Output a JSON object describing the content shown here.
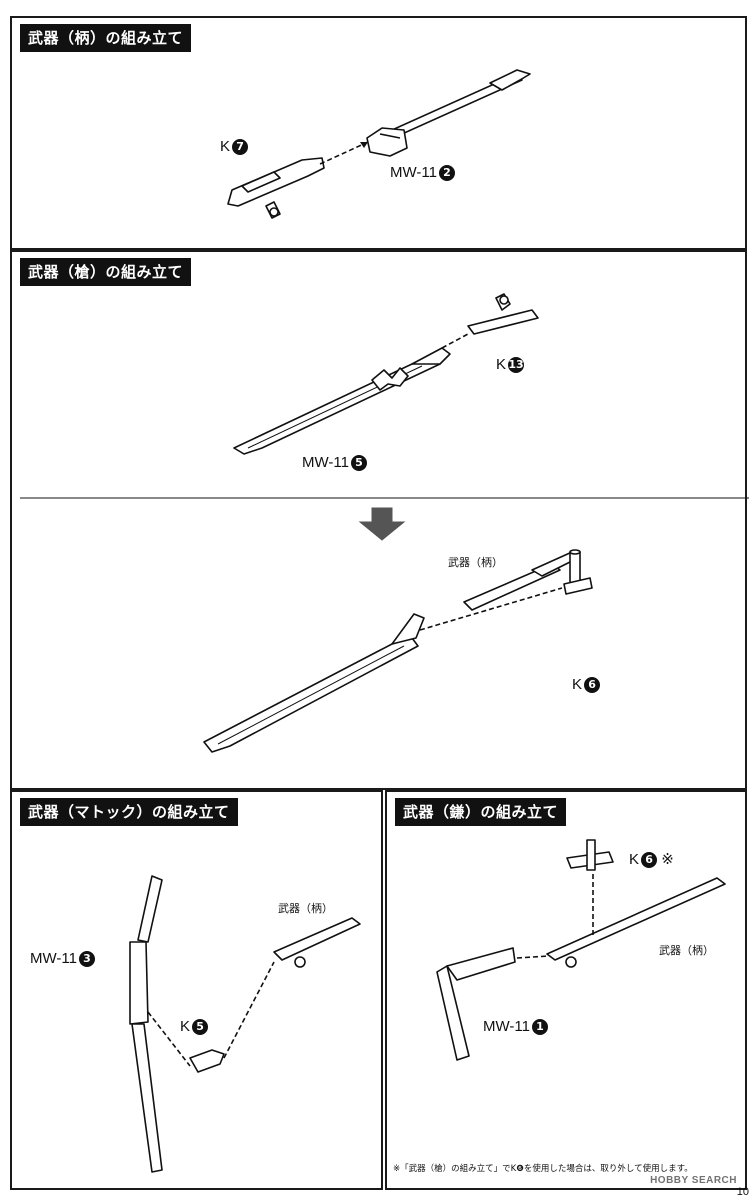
{
  "sections": {
    "handle": {
      "title": "武器（柄）の組み立て",
      "part_a": "K",
      "part_a_num": "7",
      "part_b": "MW-11",
      "part_b_num": "2"
    },
    "spear": {
      "title": "武器（槍）の組み立て",
      "part_a": "K",
      "part_a_num": "13",
      "part_b": "MW-11",
      "part_b_num": "5"
    },
    "spear_combine": {
      "weapon_label": "武器（柄）",
      "part": "K",
      "part_num": "6"
    },
    "mattock": {
      "title": "武器（マトック）の組み立て",
      "part_a": "K",
      "part_a_num": "5",
      "part_b": "MW-11",
      "part_b_num": "3",
      "weapon_label": "武器（柄）"
    },
    "sickle": {
      "title": "武器（鎌）の組み立て",
      "part_a": "K",
      "part_a_num": "6",
      "part_a_mark": "※",
      "part_b": "MW-11",
      "part_b_num": "1",
      "weapon_label": "武器（柄）",
      "note": "※「武器（槍）の組み立て」でK❻を使用した場合は、取り外して使用します。"
    }
  },
  "page_number": "10",
  "watermark": "HOBBY SEARCH"
}
